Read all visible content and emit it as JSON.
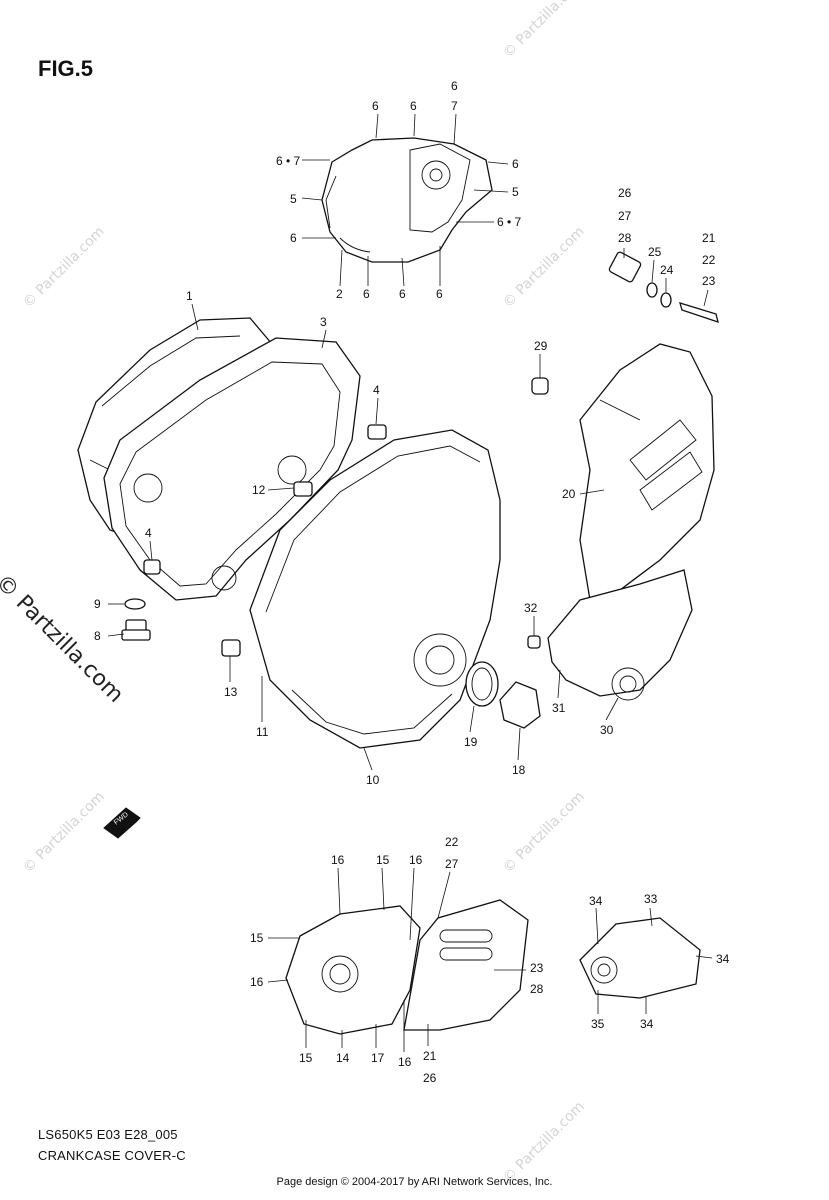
{
  "figure": {
    "title": "FIG.5",
    "model_code": "LS650K5 E03 E28_005",
    "name": "CRANKCASE COVER-C",
    "credit": "Page design © 2004-2017 by ARI Network Services, Inc.",
    "watermark": "© Partzilla.com",
    "side_watermark": "© Partzilla.com",
    "direction_badge": "FWD"
  },
  "callouts": {
    "top_cover": [
      "6",
      "6",
      "6",
      "7",
      "6 • 7",
      "6",
      "5",
      "5",
      "6 • 7",
      "6",
      "2",
      "6",
      "6",
      "6"
    ],
    "upper_left": [
      "1",
      "3",
      "4",
      "12",
      "4",
      "9",
      "8",
      "13",
      "11",
      "10",
      "19",
      "18"
    ],
    "upper_right": [
      "26",
      "27",
      "28",
      "25",
      "24",
      "21",
      "22",
      "23",
      "29",
      "20",
      "32",
      "31",
      "30"
    ],
    "lower_left": [
      "16",
      "15",
      "16",
      "22",
      "27",
      "15",
      "16",
      "23",
      "28",
      "15",
      "14",
      "17",
      "16",
      "21",
      "26"
    ],
    "lower_right": [
      "34",
      "33",
      "34",
      "35",
      "34"
    ]
  }
}
